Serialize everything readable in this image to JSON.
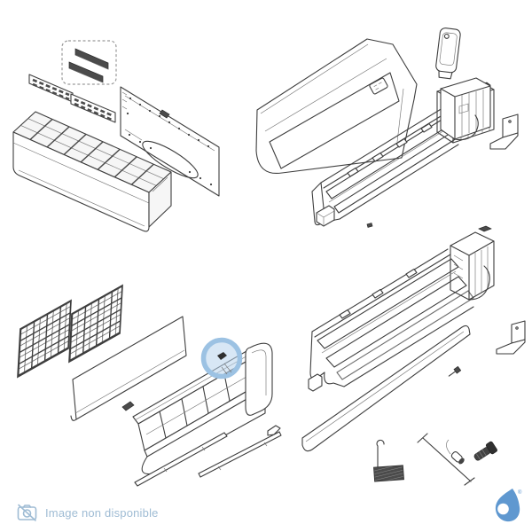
{
  "page": {
    "background": "#ffffff",
    "kind": "product-image-placeholder"
  },
  "watermark": {
    "label": "Image non disponible",
    "icon": "camera-slash",
    "color": "#9fbcd4"
  },
  "brand_logo": {
    "icon": "water-drop",
    "color": "#5f98d0",
    "registered_mark": "®"
  },
  "highlight": {
    "shape": "circle",
    "ring_color": "#9cc2e3",
    "fill_color": "#b8d4ec",
    "meaning": "selected-part-marker"
  },
  "diagram": {
    "kind": "exploded-parts-diagram",
    "subject": "split air-conditioner indoor unit",
    "line_color": "#3e3e3e",
    "views": [
      {
        "id": "front-assembly",
        "label": "Front grille casing with air filter strips and wall mounting plate"
      },
      {
        "id": "rear-assembly",
        "label": "Top casing shell with terminal cover, electrical box, bracket and chassis"
      },
      {
        "id": "filter-assembly",
        "label": "Mesh air filters, front panel and bottom frame with highlighted fastener"
      },
      {
        "id": "chassis-assembly",
        "label": "Chassis with heat exchanger, deflector vane, sensor, spring and fixings"
      }
    ]
  }
}
